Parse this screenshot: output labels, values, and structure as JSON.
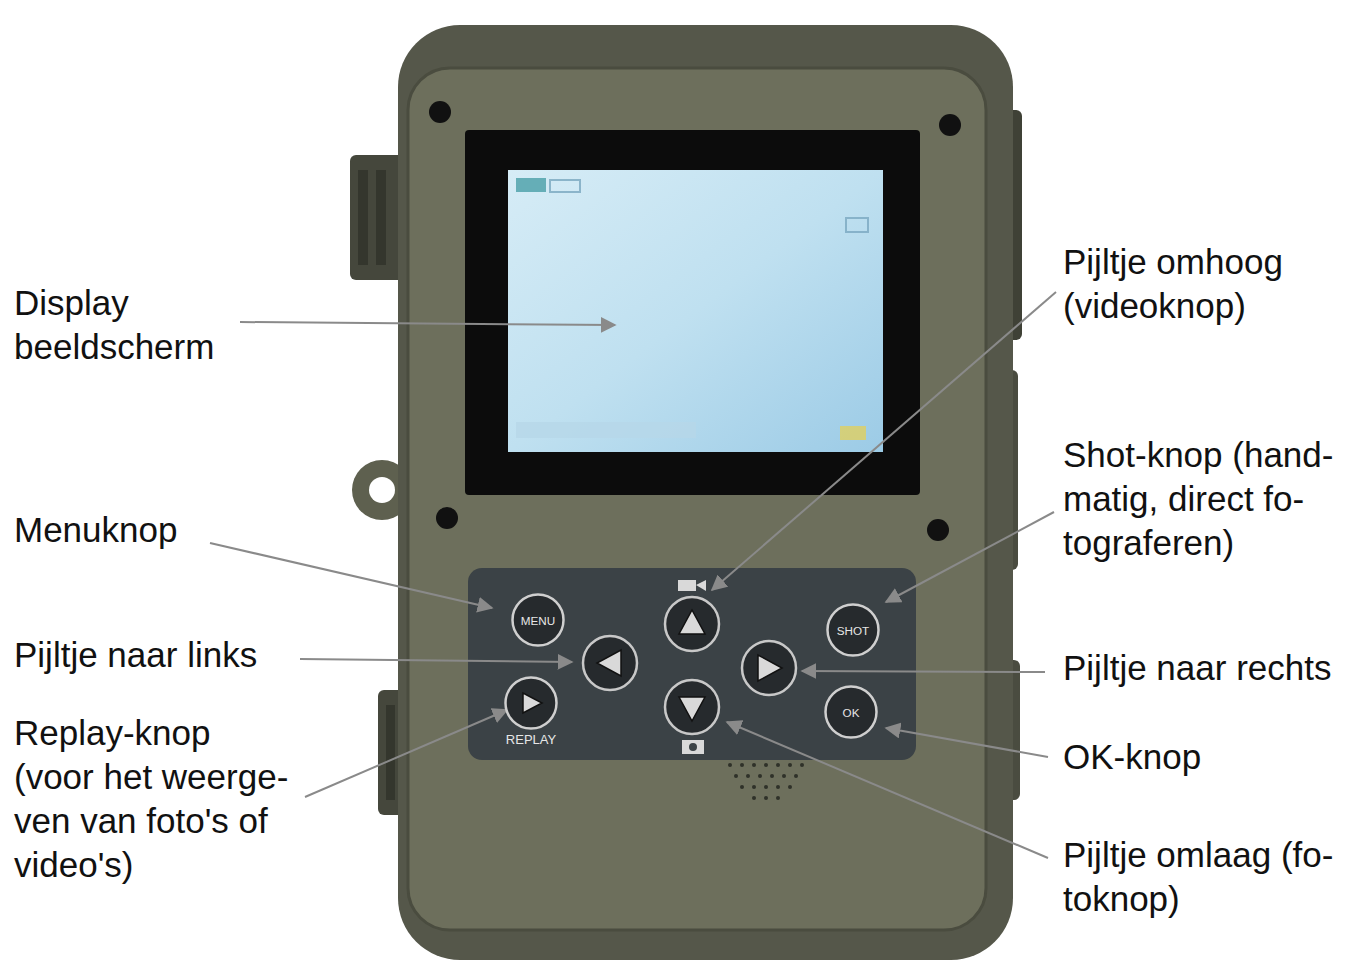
{
  "diagram": {
    "nodes": [
      {
        "text": [
          "MENU"
        ]
      },
      {
        "text": [
          "SHOT"
        ]
      },
      {
        "text": [
          "REPLAY"
        ]
      },
      {
        "text": [
          "OK"
        ]
      }
    ],
    "labels": [
      "Display beeldscherm",
      "Pijltje omhoog (videoknop)",
      "Shot-knop (hand- matig, direct fo- tograferen)",
      "Menuknop",
      "Pijltje naar links",
      "Pijltje naar rechts",
      "Replay-knop (voor het weerge- ven van foto's of video's)",
      "OK-knop",
      "Pijltje omlaag (fo- toknop)"
    ]
  }
}
